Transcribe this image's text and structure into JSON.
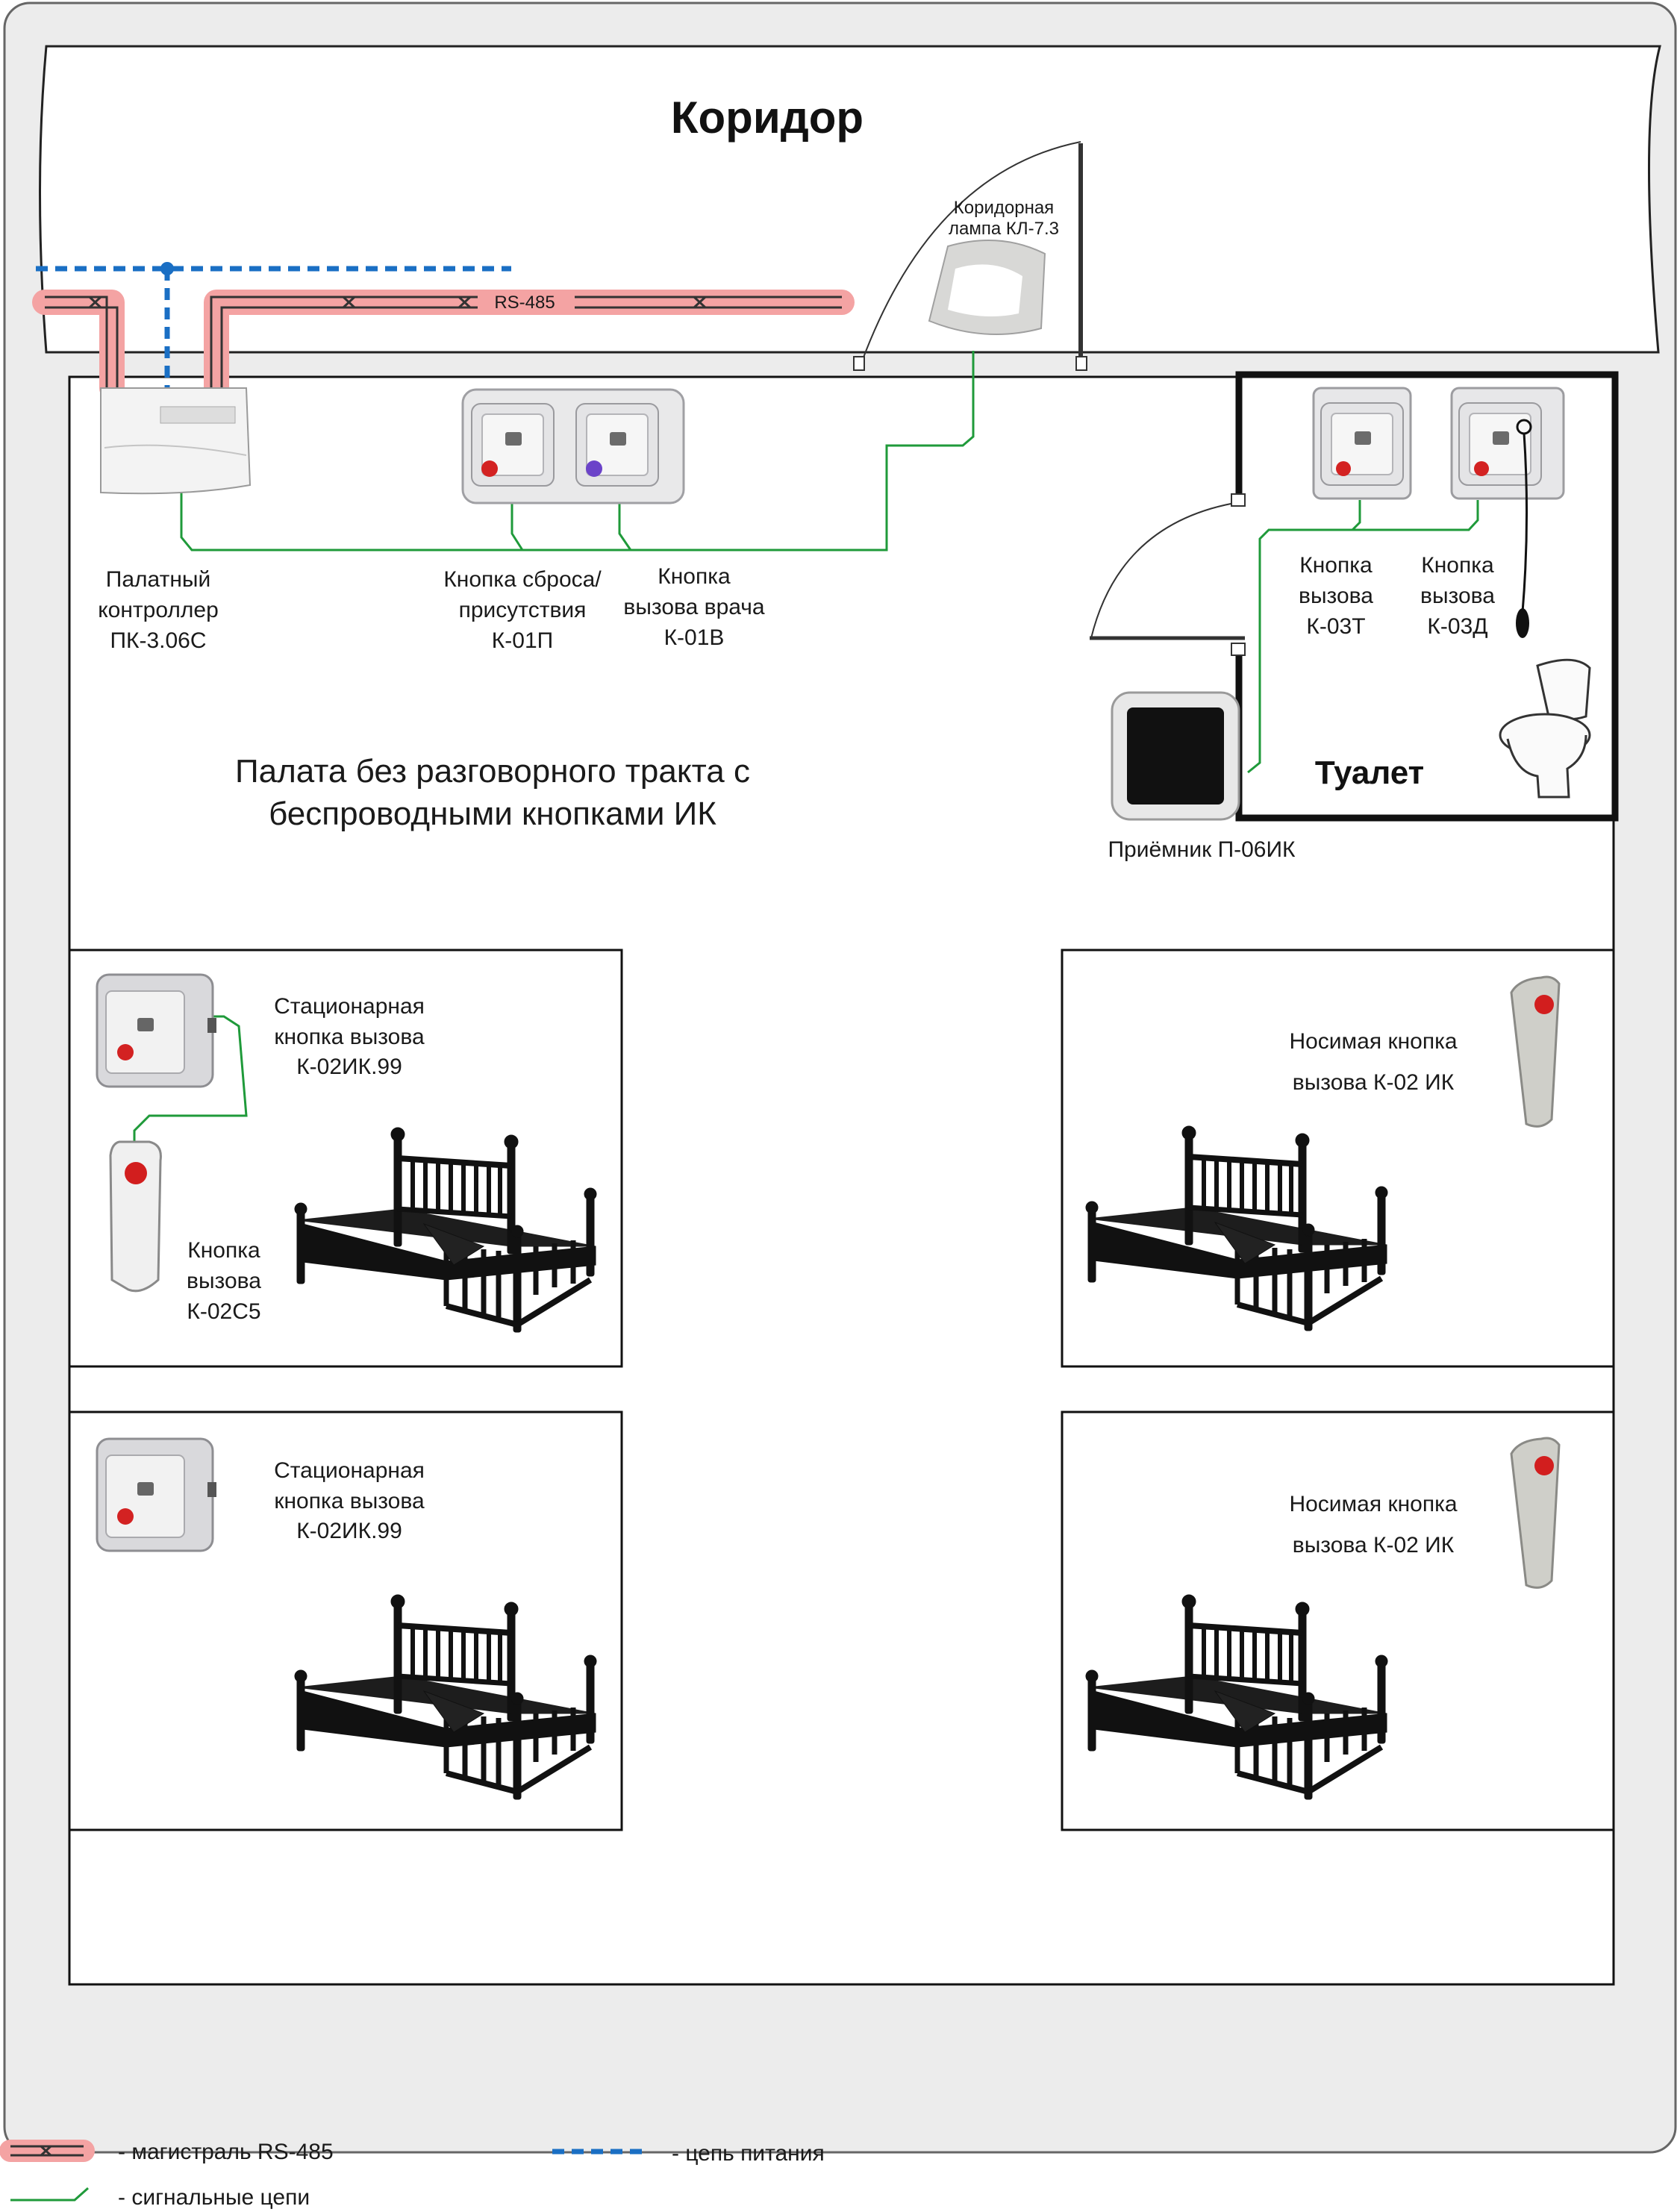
{
  "corridor": {
    "title": "Коридор",
    "rs485_label": "RS-485",
    "lamp_label": [
      "Коридорная",
      "лампа КЛ-7.3"
    ]
  },
  "devices": {
    "controller": [
      "Палатный",
      "контроллер",
      "ПК-3.06С"
    ],
    "reset_button": [
      "Кнопка сброса/",
      "присутствия",
      "К-01П"
    ],
    "doctor_button": [
      "Кнопка",
      "вызова врача",
      "К-01В"
    ],
    "receiver": "Приёмник П-06ИК",
    "toilet_button_t": [
      "Кнопка",
      "вызова",
      "К-03Т"
    ],
    "toilet_button_d": [
      "Кнопка",
      "вызова",
      "К-03Д"
    ]
  },
  "toilet": {
    "title": "Туалет"
  },
  "room": {
    "title": [
      "Палата без разговорного тракта с",
      "беспроводными кнопками ИК"
    ]
  },
  "beds": {
    "stationary_button": [
      "Стационарная",
      "кнопка вызова",
      "К-02ИК.99"
    ],
    "wired_button": [
      "Кнопка",
      "вызова",
      "К-02С5"
    ],
    "wearable_button": [
      "Носимая кнопка",
      "вызова К-02 ИК"
    ]
  },
  "legend": {
    "rs485": "- магистраль RS-485",
    "power": "- цепь питания",
    "signal": "- сигнальные цепи"
  },
  "colors": {
    "rs485_fill": "#f5a8a8",
    "power_line": "#1a6fc4",
    "signal_line": "#1f9a3a",
    "wall": "#111111",
    "frame_fill": "#ececec"
  }
}
